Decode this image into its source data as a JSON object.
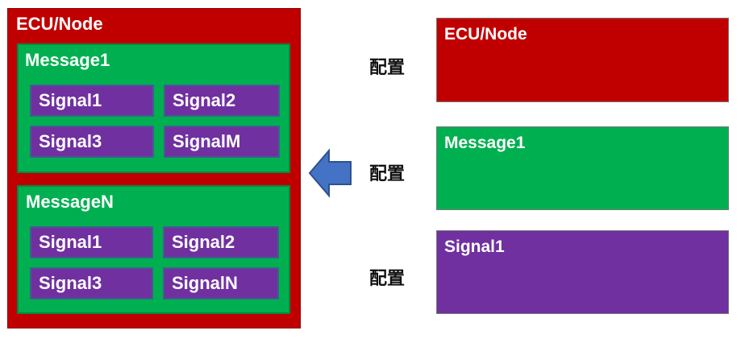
{
  "left_diagram": {
    "ecu_label": "ECU/Node",
    "messages": [
      {
        "label": "Message1",
        "signals": [
          "Signal1",
          "Signal2",
          "Signal3",
          "SignalM"
        ]
      },
      {
        "label": "MessageN",
        "signals": [
          "Signal1",
          "Signal2",
          "Signal3",
          "SignalN"
        ]
      }
    ]
  },
  "config_labels": [
    "配置",
    "配置",
    "配置"
  ],
  "right_panels": [
    {
      "label": "ECU/Node"
    },
    {
      "label": "Message1"
    },
    {
      "label": "Signal1"
    }
  ],
  "colors": {
    "ecu": "#c00000",
    "message": "#00b050",
    "signal": "#7030a0",
    "arrow": "#4472c4"
  },
  "icons": {
    "arrow": "arrow-left-icon"
  }
}
